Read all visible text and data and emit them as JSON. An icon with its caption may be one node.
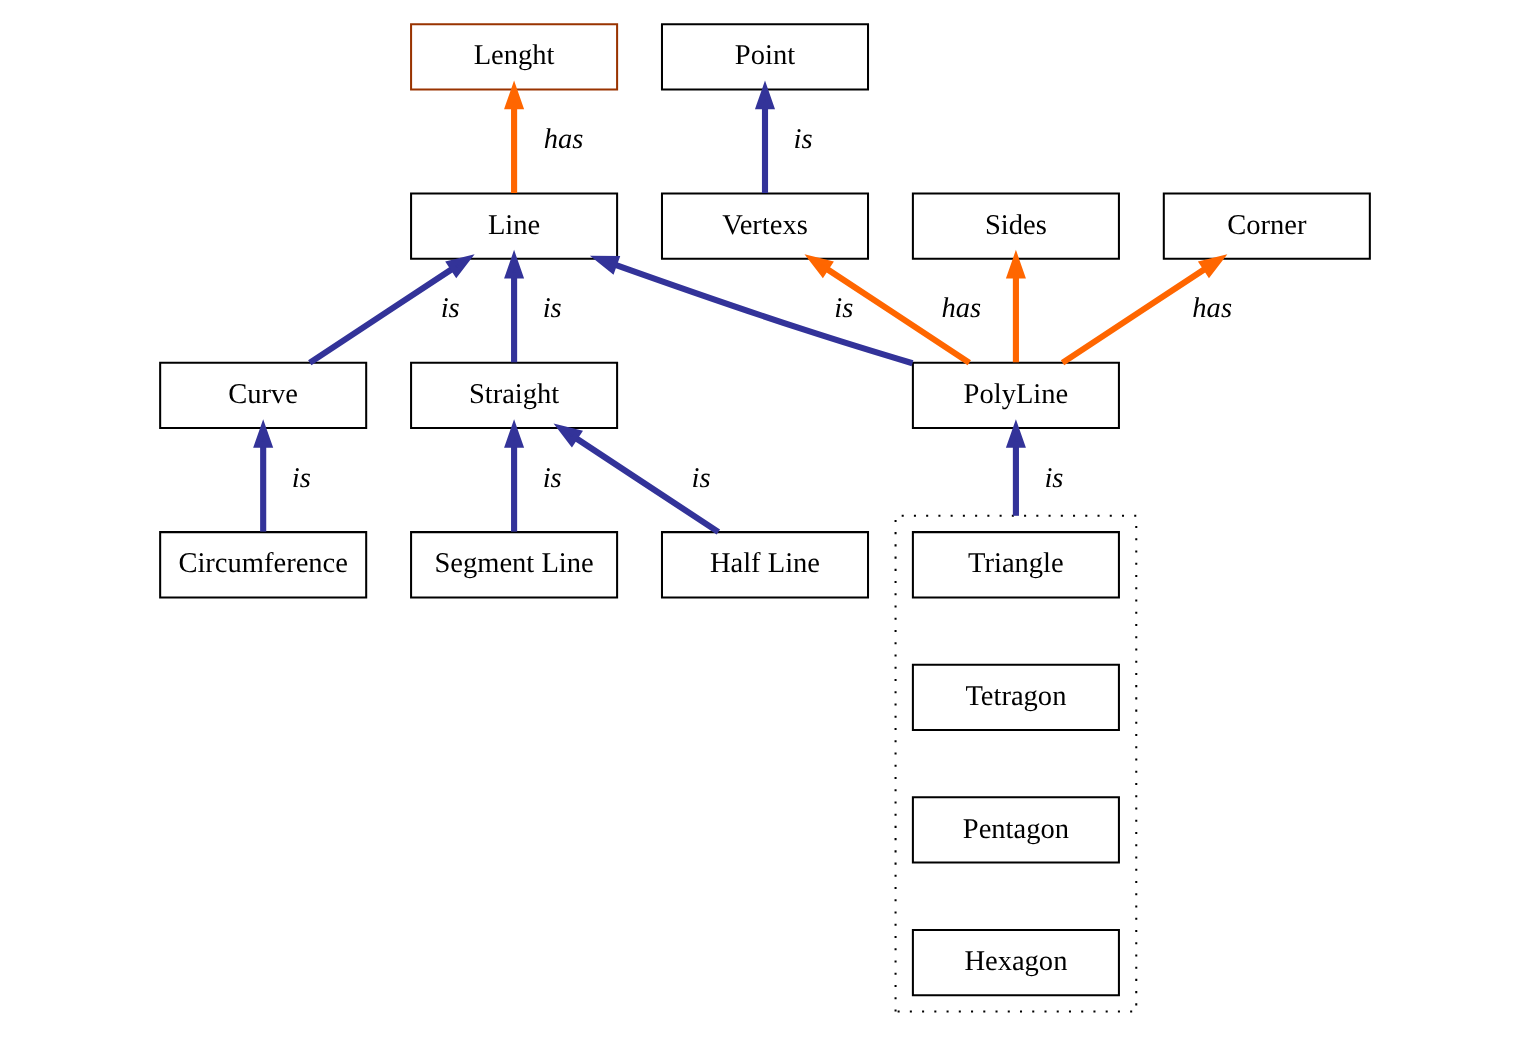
{
  "diagram": {
    "nodes": [
      {
        "text": [
          "Lenght"
        ]
      },
      {
        "text": [
          "Line"
        ]
      },
      {
        "text": [
          "Point"
        ]
      },
      {
        "text": [
          "Vertexs"
        ]
      },
      {
        "text": [
          "Sides"
        ]
      },
      {
        "text": [
          "Curve"
        ]
      },
      {
        "text": [
          "Straight"
        ]
      },
      {
        "text": [
          "PolyLine"
        ]
      },
      {
        "text": [
          "Corner"
        ]
      },
      {
        "text": [
          "Circumference"
        ]
      },
      {
        "text": [
          "Segment Line"
        ]
      },
      {
        "text": [
          "Half Line"
        ]
      },
      {
        "text": [],
        "shape": "box"
      },
      {
        "text": [
          "Triangle"
        ],
        "in": 12
      },
      {
        "text": [
          "Tetragon"
        ],
        "in": 12
      },
      {
        "text": [
          "Pentagon"
        ],
        "in": 12
      },
      {
        "text": [
          "Hexagon"
        ],
        "in": 12
      }
    ],
    "edges": [
      {
        "from": 1,
        "to": 0,
        "arrow": "to",
        "label": "has",
        "color": "#ff6600"
      },
      {
        "from": 3,
        "to": 2,
        "arrow": "to",
        "label": "is"
      },
      {
        "from": 5,
        "to": 1,
        "arrow": "to",
        "label": "is"
      },
      {
        "from": 6,
        "to": 1,
        "arrow": "to",
        "label": "is"
      },
      {
        "from": 7,
        "to": 1,
        "arrow": "to",
        "label": "is"
      },
      {
        "from": 7,
        "to": 3,
        "arrow": "to",
        "label": "has",
        "color": "#ff6600"
      },
      {
        "from": 7,
        "to": 4,
        "arrow": "to",
        "color": "#ff6600"
      },
      {
        "from": 7,
        "to": 8,
        "arrow": "to",
        "label": "has",
        "color": "#ff6600"
      },
      {
        "from": 9,
        "to": 5,
        "arrow": "to",
        "label": "is"
      },
      {
        "from": 10,
        "to": 6,
        "arrow": "to",
        "label": "is"
      },
      {
        "from": 11,
        "to": 6,
        "arrow": "to",
        "label": "is"
      },
      {
        "from": 12,
        "to": 7,
        "arrow": "to",
        "label": "is"
      }
    ]
  }
}
